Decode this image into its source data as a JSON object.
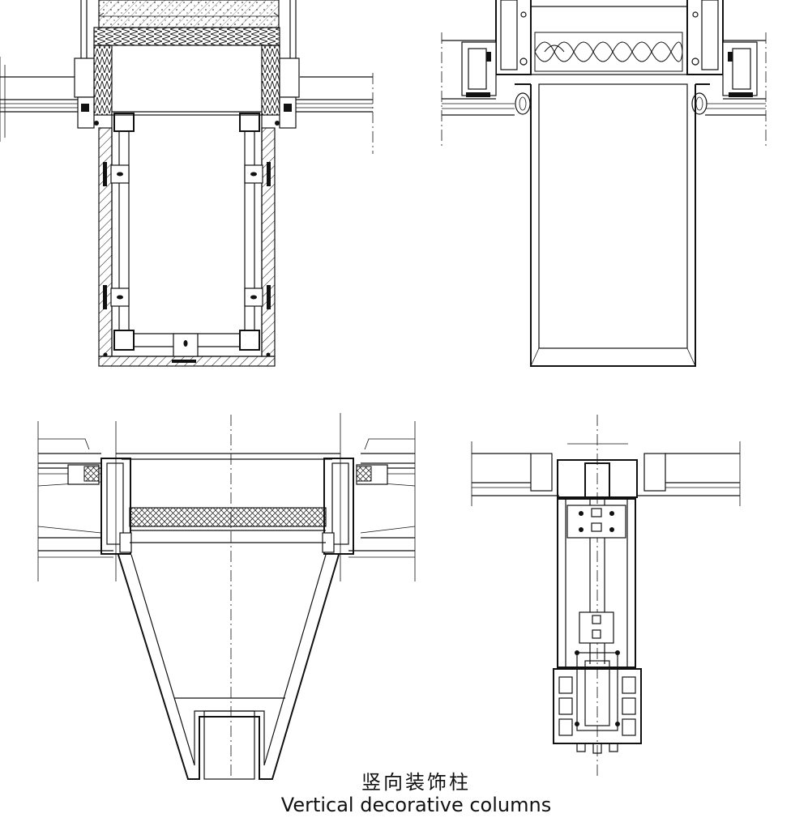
{
  "caption": {
    "chinese": "竖向装饰柱",
    "english": "Vertical decorative columns"
  },
  "details": [
    {
      "id": "detail-top-left",
      "quadrant": "top-left"
    },
    {
      "id": "detail-top-right",
      "quadrant": "top-right"
    },
    {
      "id": "detail-bottom-left",
      "quadrant": "bottom-left"
    },
    {
      "id": "detail-bottom-right",
      "quadrant": "bottom-right"
    }
  ],
  "colors": {
    "line": "#111111",
    "background": "#ffffff"
  }
}
